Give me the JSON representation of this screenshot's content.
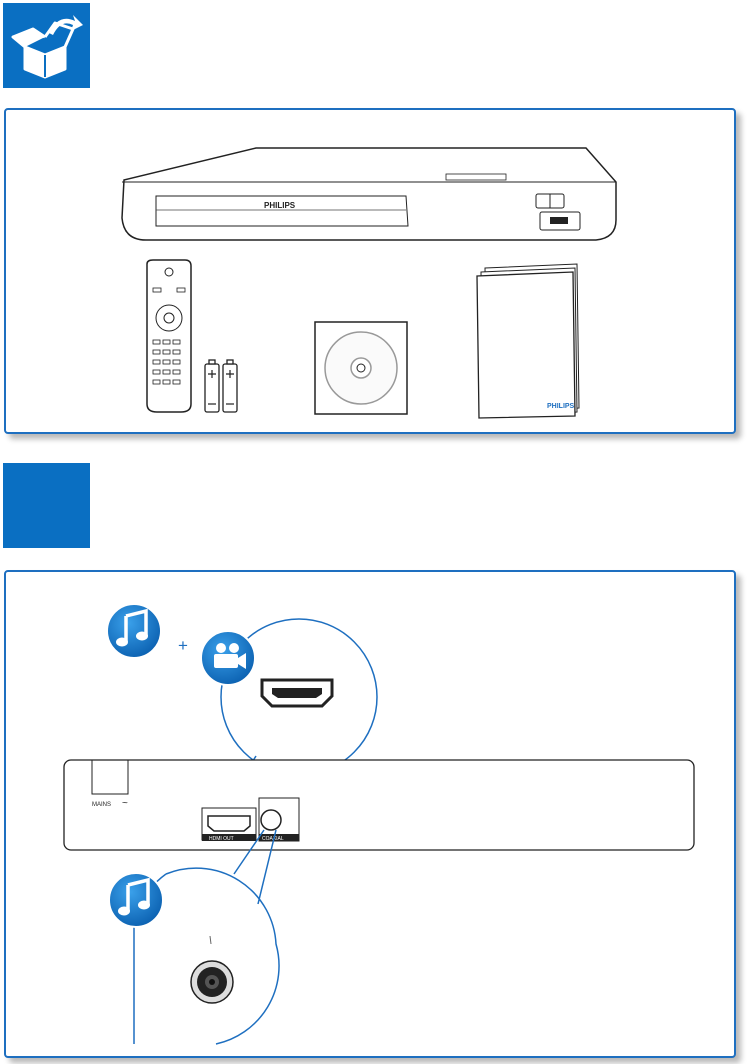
{
  "accessories": {
    "player_brand": "PHILIPS",
    "manual_brand": "PHILIPS"
  },
  "connection": {
    "plus_sign": "+",
    "port_hdmi_label": "HDMI OUT",
    "port_coaxial_label": "COAXIAL",
    "mains_label": "MAINS",
    "mains_symbol": "~"
  },
  "colors": {
    "brand_blue": "#0a6fc2",
    "border_blue": "#1e6fc0"
  },
  "icons": {
    "box_icon": "open-box-icon",
    "audio_icon": "music-note-icon",
    "video_icon": "video-camera-icon"
  }
}
